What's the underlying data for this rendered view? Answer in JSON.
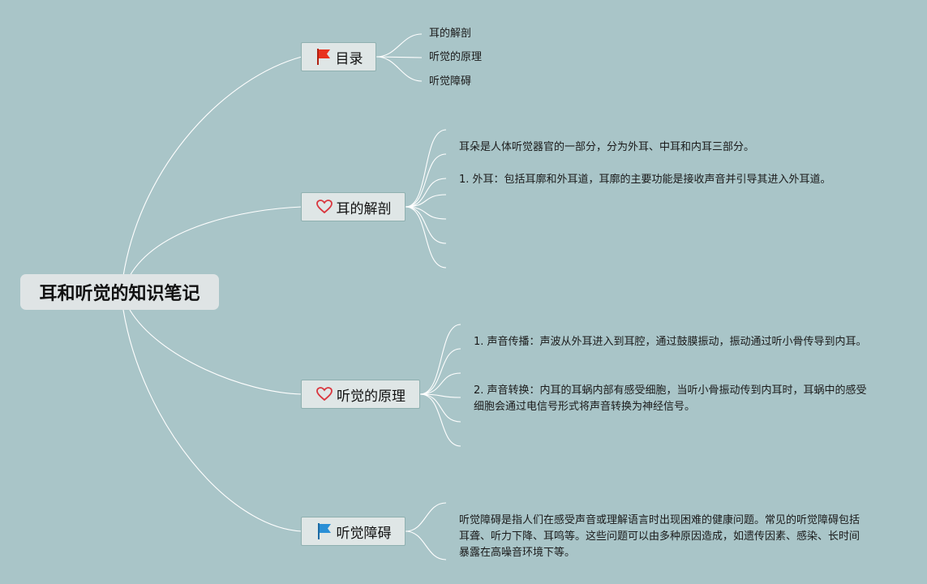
{
  "root": {
    "title": "耳和听觉的知识笔记"
  },
  "topics": {
    "toc": {
      "label": "目录",
      "icon": "red-flag-icon",
      "items": [
        "耳的解剖",
        "听觉的原理",
        "听觉障碍"
      ]
    },
    "anatomy": {
      "label": "耳的解剖",
      "icon": "heart-icon",
      "notes": [
        "耳朵是人体听觉器官的一部分，分为外耳、中耳和内耳三部分。",
        "1. 外耳：包括耳廓和外耳道，耳廓的主要功能是接收声音并引导其进入外耳道。"
      ]
    },
    "principle": {
      "label": "听觉的原理",
      "icon": "heart-icon",
      "notes": [
        "1. 声音传播：声波从外耳进入到耳腔，通过鼓膜振动，振动通过听小骨传导到内耳。",
        "2. 声音转换：内耳的耳蜗内部有感受细胞，当听小骨振动传到内耳时，耳蜗中的感受细胞会通过电信号形式将声音转换为神经信号。"
      ]
    },
    "disorder": {
      "label": "听觉障碍",
      "icon": "blue-flag-icon",
      "notes": [
        "听觉障碍是指人们在感受声音或理解语言时出现困难的健康问题。常见的听觉障碍包括耳聋、听力下降、耳鸣等。这些问题可以由多种原因造成，如遗传因素、感染、长时间暴露在高噪音环境下等。"
      ]
    }
  },
  "colors": {
    "background": "#a9c5c8",
    "flag_red": "#e8321e",
    "flag_blue": "#2a8fd6",
    "heart": "#d9363e",
    "line": "#ffffff"
  }
}
